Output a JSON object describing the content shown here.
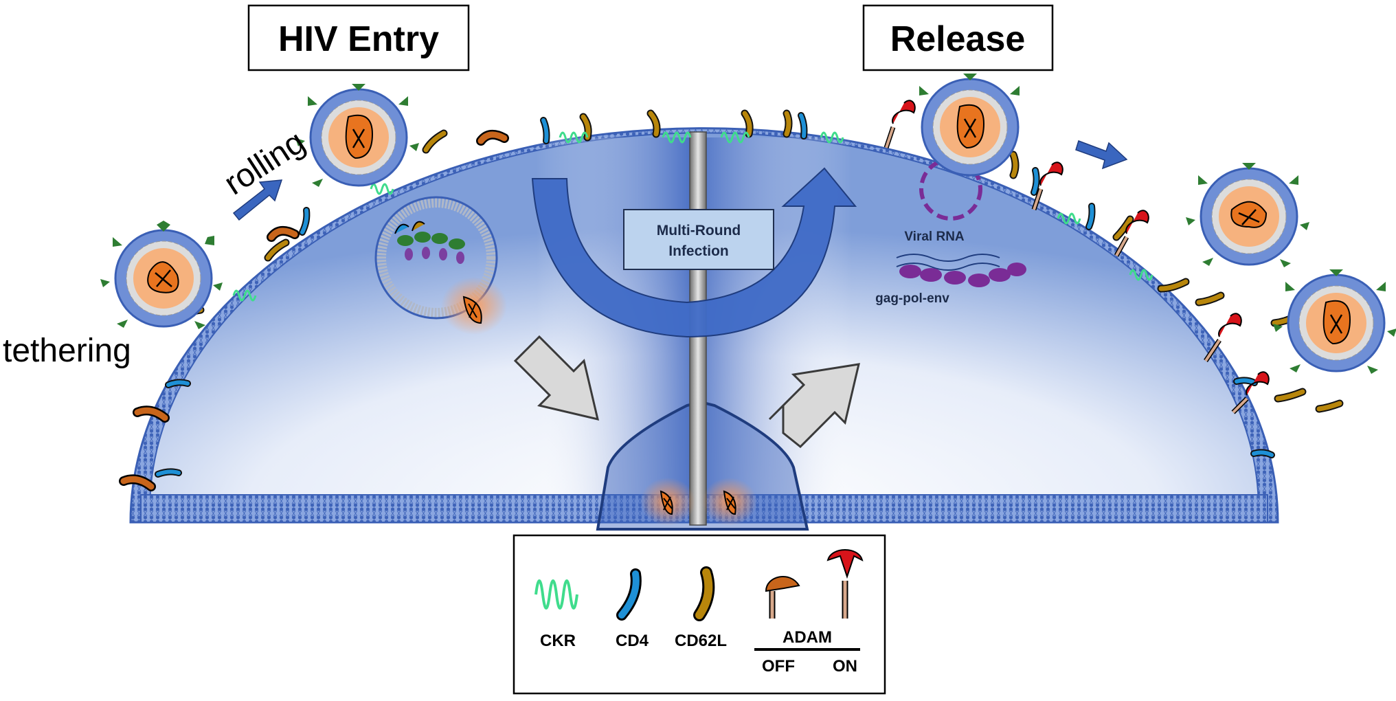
{
  "titles": {
    "entry": "HIV Entry",
    "release": "Release"
  },
  "labels": {
    "rolling": "rolling",
    "tethering": "tethering",
    "multi_round_line1": "Multi-Round",
    "multi_round_line2": "Infection",
    "viral_rna": "Viral RNA",
    "gag_pol_env": "gag-pol-env"
  },
  "legend": {
    "ckr": "CKR",
    "cd4": "CD4",
    "cd62l": "CD62L",
    "adam": "ADAM",
    "off": "OFF",
    "on": "ON"
  },
  "colors": {
    "membrane": "#4f74c8",
    "membrane_dark": "#2f4f9e",
    "cell_fill": "#dbe4f6",
    "virus_envelope": "#5b7fd0",
    "virus_core": "#f6a66a",
    "capsid": "#e8741f",
    "spike": "#2e7d32",
    "ckr": "#3fdc8c",
    "cd4": "#1e90d6",
    "cd62l": "#b8860b",
    "adam_off": "#c8651b",
    "adam_on": "#d7141a",
    "arrow_blue": "#3a66bf",
    "arrow_grey": "#d9d9d9",
    "box_fill": "#bcd3ee"
  }
}
